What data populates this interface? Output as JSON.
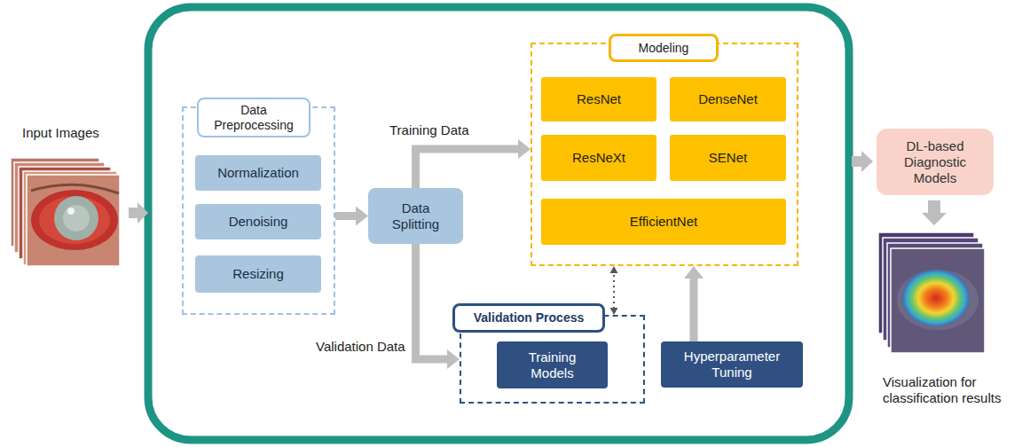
{
  "diagram": {
    "nodes": [
      {
        "text": [
          "Data Preprocessing"
        ]
      },
      {
        "text": [
          "Normalization"
        ],
        "in": 0
      },
      {
        "text": [
          "Denoising"
        ],
        "in": 0
      },
      {
        "text": [
          "Resizing"
        ],
        "in": 0
      },
      {
        "text": [
          "Data Splitting"
        ]
      },
      {
        "text": [
          "Modeling"
        ]
      },
      {
        "text": [
          "ResNet"
        ],
        "in": 5
      },
      {
        "text": [
          "DenseNet"
        ],
        "in": 5
      },
      {
        "text": [
          "ResNeXt"
        ],
        "in": 5
      },
      {
        "text": [
          "SENet"
        ],
        "in": 5
      },
      {
        "text": [
          "EfficientNet"
        ],
        "in": 5
      },
      {
        "text": [
          "Validation Process"
        ]
      },
      {
        "text": [
          "Training Models"
        ],
        "in": 11
      },
      {
        "text": [
          "Hyperparameter Tuning"
        ]
      },
      {
        "text": [
          "DL-based Diagnostic Models"
        ]
      }
    ],
    "edges": [
      {
        "from": 0,
        "to": 4,
        "arrow": "to"
      },
      {
        "from": 4,
        "to": 5,
        "label": "Training Data",
        "arrow": "to"
      },
      {
        "from": 4,
        "to": 11,
        "label": "Validation Data",
        "arrow": "to"
      },
      {
        "from": 11,
        "to": 5,
        "arrow": "both"
      },
      {
        "from": 13,
        "to": 5,
        "arrow": "to"
      }
    ],
    "labels": [
      "Input Images",
      "Visualization for classification results"
    ]
  }
}
